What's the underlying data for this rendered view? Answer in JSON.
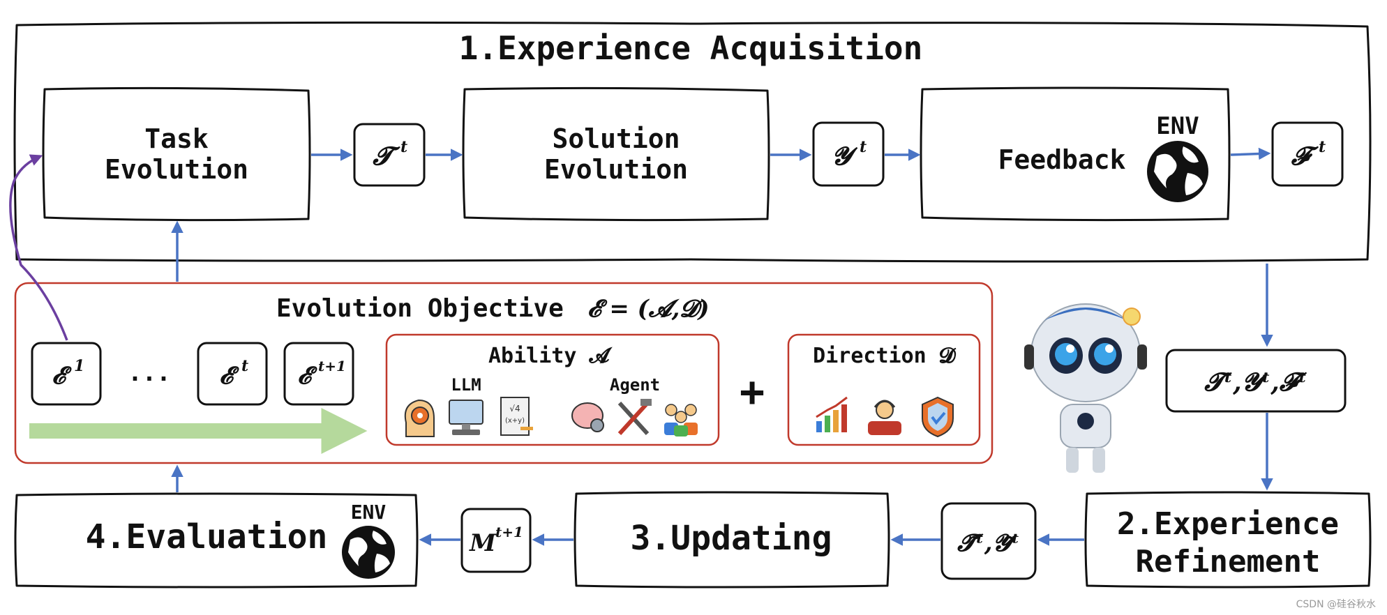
{
  "acquisition": {
    "title": "1.Experience Acquisition",
    "task_evolution": [
      "Task",
      "Evolution"
    ],
    "solution_evolution": [
      "Solution",
      "Evolution"
    ],
    "feedback": "Feedback",
    "env_label": "ENV",
    "t_symbol": "𝓣",
    "y_symbol": "𝓨",
    "f_symbol": "𝓕",
    "sup_t": "t"
  },
  "objective": {
    "title": "Evolution Objective",
    "formula": "𝓔 = (𝓐,𝓓)",
    "e1": "𝓔",
    "e1_sup": "1",
    "ellipsis": "...",
    "et": "𝓔",
    "et_sup": "t",
    "et1": "𝓔",
    "et1_sup": "t+1",
    "ability_title": "Ability 𝓐",
    "llm_label": "LLM",
    "agent_label": "Agent",
    "plus": "+",
    "direction_title": "Direction 𝓓",
    "icons": [
      "gear-head-icon",
      "computer-icon",
      "math-document-icon",
      "brain-gear-icon",
      "tools-icon",
      "team-icon",
      "growth-chart-icon",
      "support-agent-icon",
      "shield-check-icon"
    ]
  },
  "triple": {
    "label": "𝓣ᵗ,𝓨ᵗ,𝓕ᵗ"
  },
  "refinement": {
    "line1": "2.Experience",
    "line2": "Refinement",
    "tilde_label": "𝓣̃ᵗ,𝓨̃ᵗ"
  },
  "updating": {
    "title": "3.Updating",
    "model_label": "M",
    "model_sup": "t+1"
  },
  "evaluation": {
    "title": "4.Evaluation",
    "env_label": "ENV"
  },
  "colors": {
    "arrow": "#4a74c4",
    "red_border": "#c0392b",
    "purple_arrow": "#6b3fa0",
    "green_bar": "#b5d99c"
  },
  "watermark": "CSDN @硅谷秋水"
}
